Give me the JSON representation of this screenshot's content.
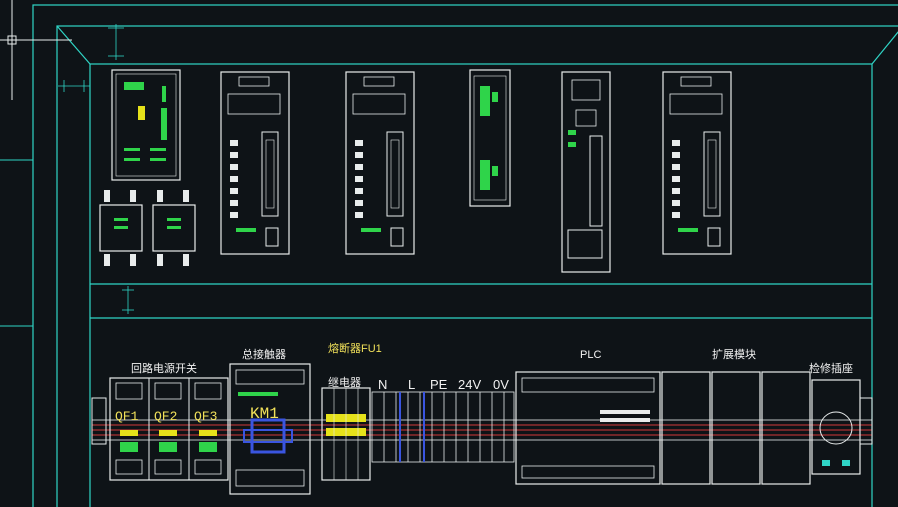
{
  "colors": {
    "background": "#0e1317",
    "frame_line": "#2fd5c6",
    "device_outline": "#e8ecec",
    "led_green": "#2fd44a",
    "led_yellow": "#e6e21a",
    "bus_red": "#d33a3a",
    "text_white": "#f2f2f2",
    "text_yellow": "#f1e15a",
    "contactor_blue": "#3a55e0"
  },
  "labels": {
    "breakers_group": "回路电源开关",
    "contactor_group": "总接触器",
    "fuse_group": "熔断器FU1",
    "relay_group": "继电器",
    "terminal_n": "N",
    "terminal_l": "L",
    "terminal_pe": "PE",
    "terminal_24v": "24V",
    "terminal_0v": "0V",
    "plc": "PLC",
    "expansion": "扩展模块",
    "socket": "检修插座",
    "qf1": "QF1",
    "qf2": "QF2",
    "qf3": "QF3",
    "km1": "KM1"
  }
}
